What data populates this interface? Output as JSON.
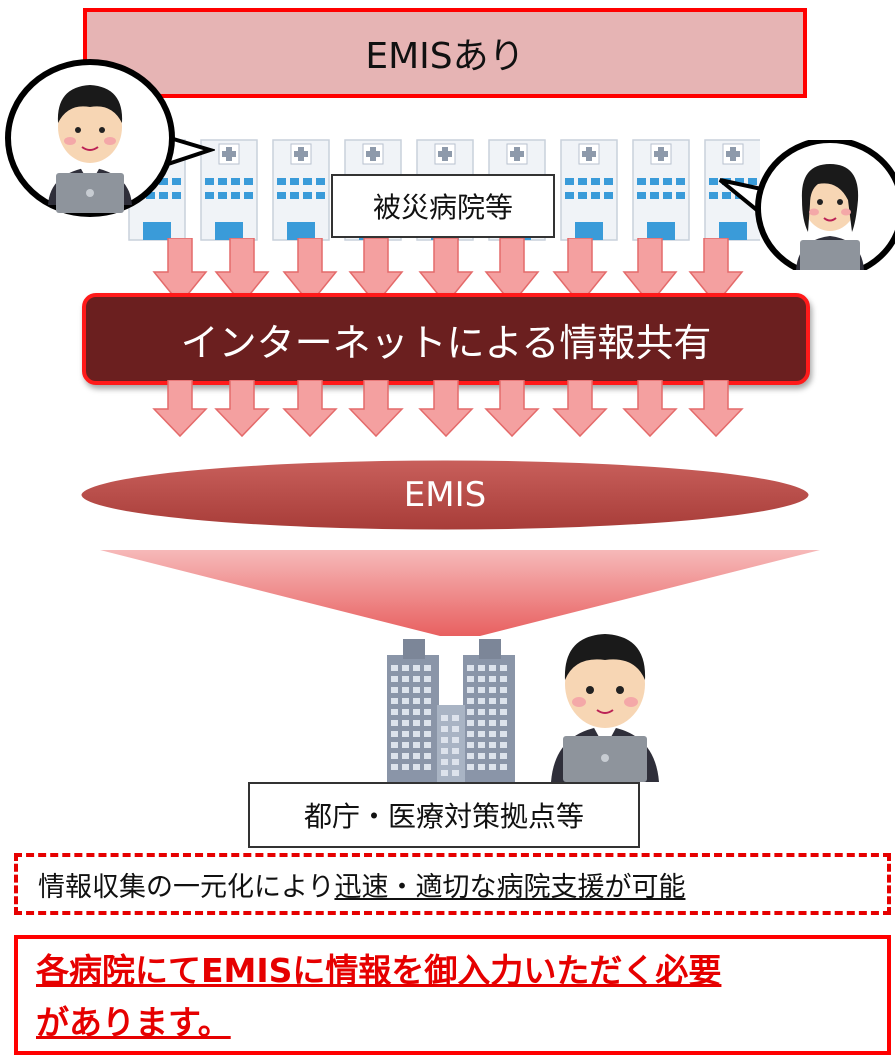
{
  "title": "EMISあり",
  "hospitals_label": "被災病院等",
  "share_bar": "インターネットによる情報共有",
  "emis_label": "EMIS",
  "government_label": "都庁・医療対策拠点等",
  "summary": {
    "prefix": "情報収集の一元化により",
    "underlined": "迅速・適切な病院支援が可能"
  },
  "notice": {
    "line1": "各病院にてEMISに情報を御入力いただく必要",
    "line2": "があります。"
  },
  "colors": {
    "title_bg": "#e6b4b4",
    "accent_red": "#ff0000",
    "share_bg": "#6b1f1f",
    "emis_fill": "#c0504d",
    "arrow_fill": "#f4a0a0"
  },
  "icons": [
    "hospital-building-icon",
    "office-worker-male-icon",
    "office-worker-female-icon",
    "government-building-icon",
    "down-arrow-icon"
  ]
}
